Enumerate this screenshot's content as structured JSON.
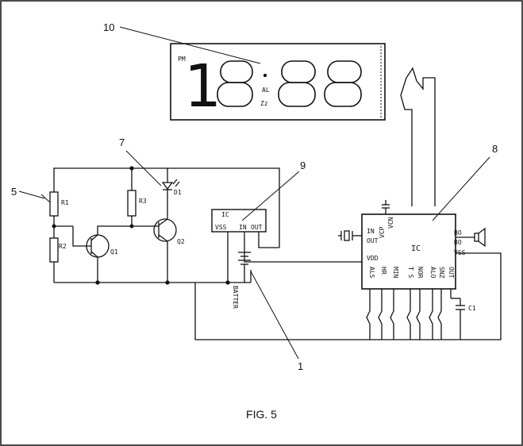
{
  "figure": {
    "caption": "FIG. 5"
  },
  "display": {
    "ref": "10",
    "pm": "PM",
    "hour_tens": "1",
    "hour_units": "8",
    "min_tens": "8",
    "min_units": "8",
    "al": "AL",
    "zz": "Zz"
  },
  "ic_main": {
    "ref": "8",
    "label": "IC",
    "pins_top": [
      "VCP",
      "VCN"
    ],
    "pins_left": [
      "IN",
      "OUT",
      "VDD"
    ],
    "pins_right": [
      "BO",
      "BO",
      "VSS"
    ],
    "pins_bottom": [
      "ALS",
      "HR",
      "MIN",
      "T S",
      "NOR",
      "ALO",
      "SNZ",
      "OUT"
    ],
    "cap": "C1"
  },
  "ic_small": {
    "ref": "9",
    "label": "IC",
    "pins": [
      "VSS",
      "IN",
      "OUT"
    ]
  },
  "components": {
    "r1": "R1",
    "r2": "R2",
    "r3": "R3",
    "q1": "Q1",
    "q2": "Q2",
    "d1": "D1",
    "battery": "BATTER",
    "ref_led": "7",
    "ref_ldr": "5",
    "ref_battery": "1"
  }
}
